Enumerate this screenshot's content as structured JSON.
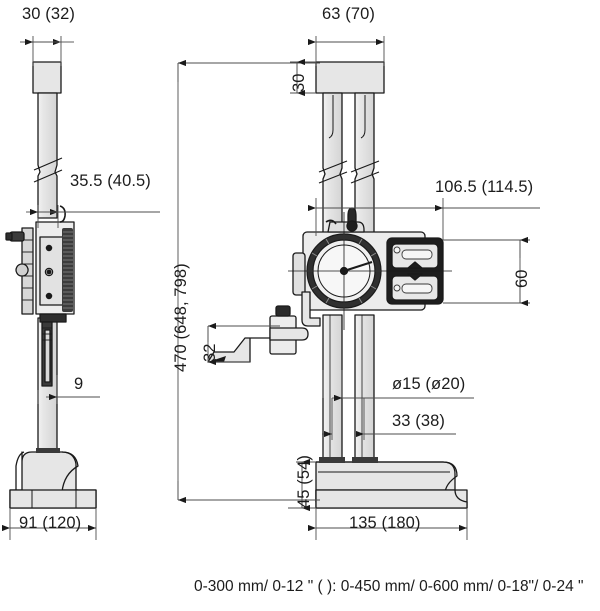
{
  "drawing": {
    "title": "Height gauge dimensional drawing",
    "views": [
      {
        "name": "side-view",
        "position": "left"
      },
      {
        "name": "front-view",
        "position": "right"
      }
    ],
    "colors": {
      "outline": "#1a1a1a",
      "body_fill": "#e3e3e3",
      "body_fill_light": "#eeeeee",
      "dark_part": "#3a3a3a",
      "dim_line": "#4d4d4d",
      "background": "#ffffff"
    }
  },
  "dimensions": {
    "side_top_width": "30 (32)",
    "side_offset": "35.5 (40.5)",
    "side_slider_depth": "9",
    "side_base_width": "91 (120)",
    "total_height": "470 (648, 798)",
    "scriber_height": "32",
    "front_top_width": "63 (70)",
    "front_cap_height": "30",
    "front_head_width": "106.5 (114.5)",
    "front_head_height": "60",
    "column_diameter": "ø15 (ø20)",
    "column_spacing": "33 (38)",
    "base_height": "45 (54)",
    "base_width": "135 (180)"
  },
  "caption": {
    "range_note": "0-300 mm/ 0-12 \" ( ): 0-450 mm/ 0-600 mm/ 0-18\"/ 0-24 \""
  }
}
